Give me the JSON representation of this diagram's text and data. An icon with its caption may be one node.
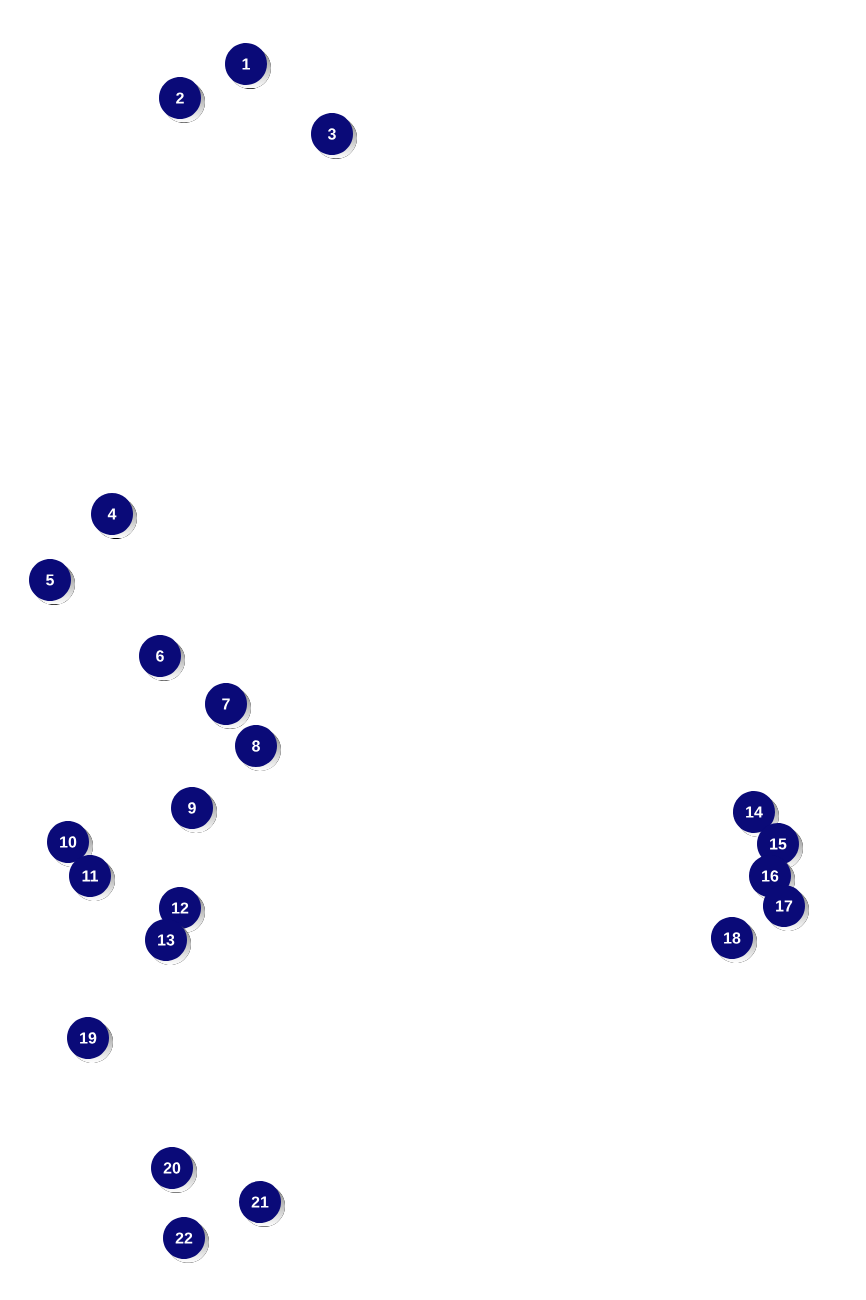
{
  "diagram": {
    "labels": [
      "1",
      "2",
      "3",
      "4",
      "5",
      "6",
      "7",
      "8",
      "9",
      "10",
      "11",
      "12",
      "13",
      "14",
      "15",
      "16",
      "17",
      "18",
      "19",
      "20",
      "21",
      "22"
    ]
  }
}
